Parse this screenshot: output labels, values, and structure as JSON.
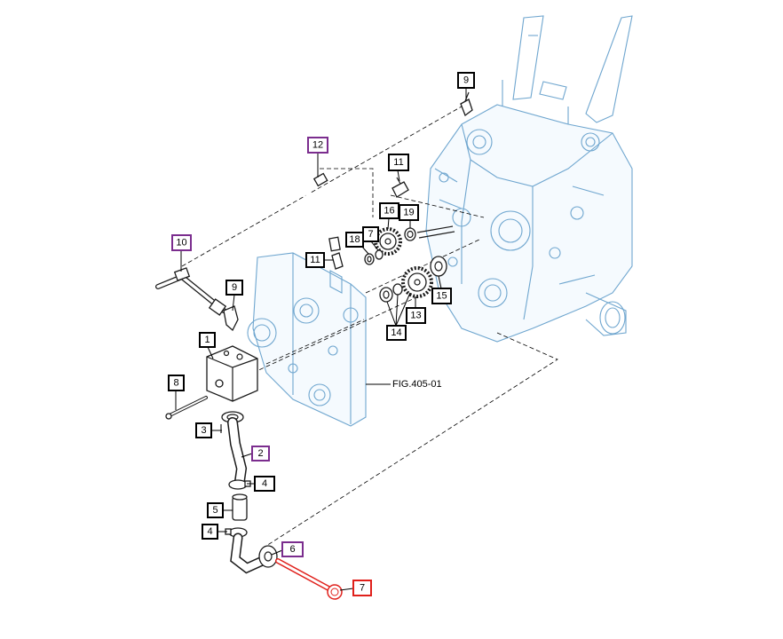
{
  "figure_reference": "FIG.405-01",
  "colors": {
    "callout_default": "#000000",
    "callout_purple": "#7b2d8e",
    "callout_red": "#e0201b",
    "housing_line": "#6fa6cf",
    "highlight_part": "#e0201b"
  },
  "callouts": [
    {
      "id": "c1",
      "label": "1",
      "color": "default"
    },
    {
      "id": "c2",
      "label": "2",
      "color": "purple"
    },
    {
      "id": "c3",
      "label": "3",
      "color": "default"
    },
    {
      "id": "c4a",
      "label": "4",
      "color": "default"
    },
    {
      "id": "c4b",
      "label": "4",
      "color": "default"
    },
    {
      "id": "c5",
      "label": "5",
      "color": "default"
    },
    {
      "id": "c6",
      "label": "6",
      "color": "purple"
    },
    {
      "id": "c7a",
      "label": "7",
      "color": "red"
    },
    {
      "id": "c7b",
      "label": "7",
      "color": "default"
    },
    {
      "id": "c8",
      "label": "8",
      "color": "default"
    },
    {
      "id": "c9a",
      "label": "9",
      "color": "default"
    },
    {
      "id": "c9b",
      "label": "9",
      "color": "default"
    },
    {
      "id": "c10",
      "label": "10",
      "color": "purple"
    },
    {
      "id": "c11a",
      "label": "11",
      "color": "default"
    },
    {
      "id": "c11b",
      "label": "11",
      "color": "default"
    },
    {
      "id": "c12",
      "label": "12",
      "color": "purple"
    },
    {
      "id": "c13",
      "label": "13",
      "color": "default"
    },
    {
      "id": "c14",
      "label": "14",
      "color": "default"
    },
    {
      "id": "c15",
      "label": "15",
      "color": "default"
    },
    {
      "id": "c16",
      "label": "16",
      "color": "default"
    },
    {
      "id": "c18",
      "label": "18",
      "color": "default"
    },
    {
      "id": "c19",
      "label": "19",
      "color": "default"
    }
  ]
}
